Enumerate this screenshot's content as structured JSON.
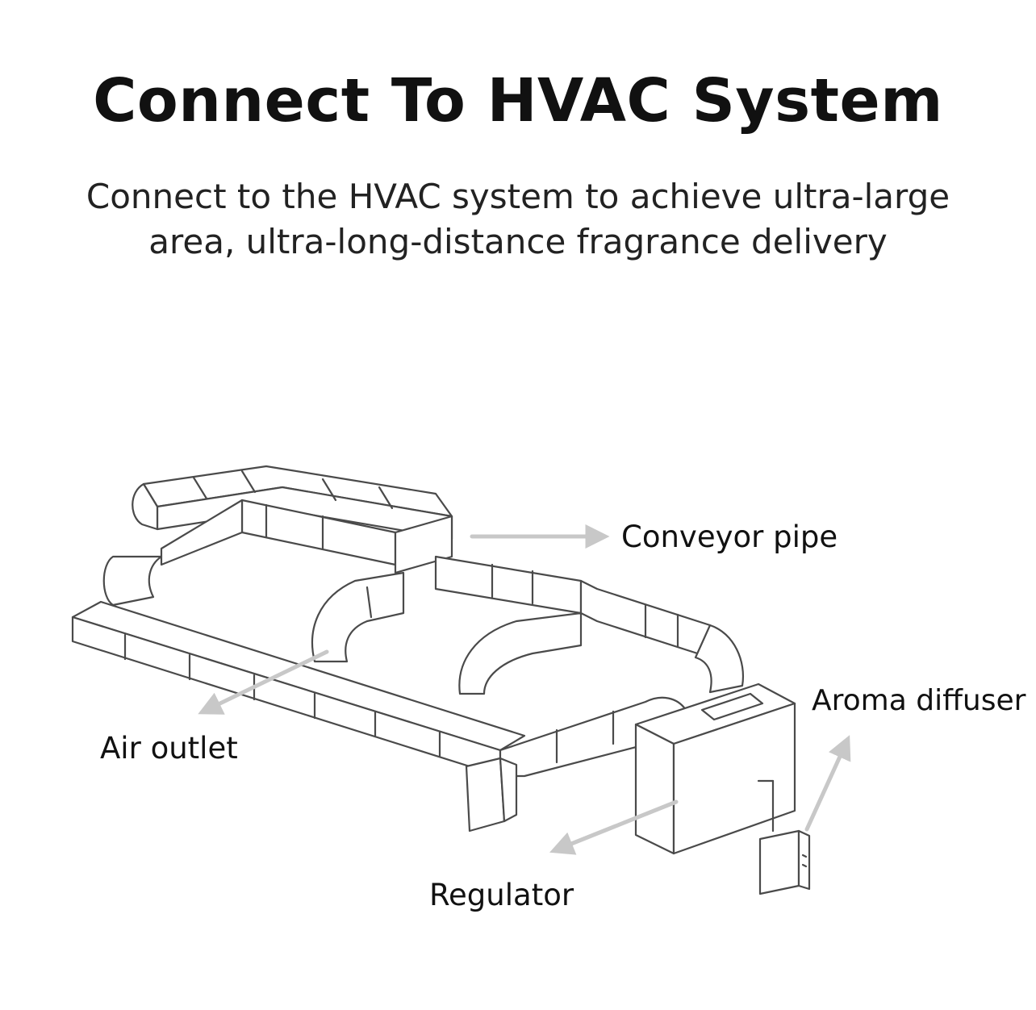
{
  "header": {
    "title": "Connect To HVAC System",
    "subtitle_line1": "Connect to the HVAC system to achieve ultra-large",
    "subtitle_line2": "area, ultra-long-distance fragrance delivery"
  },
  "labels": {
    "conveyor_pipe": "Conveyor pipe",
    "air_outlet": "Air outlet",
    "aroma_diffuser": "Aroma diffuser",
    "regulator": "Regulator"
  },
  "colors": {
    "line": "#4a4a4a",
    "arrow": "#c8c8c8",
    "fill": "#ffffff"
  }
}
